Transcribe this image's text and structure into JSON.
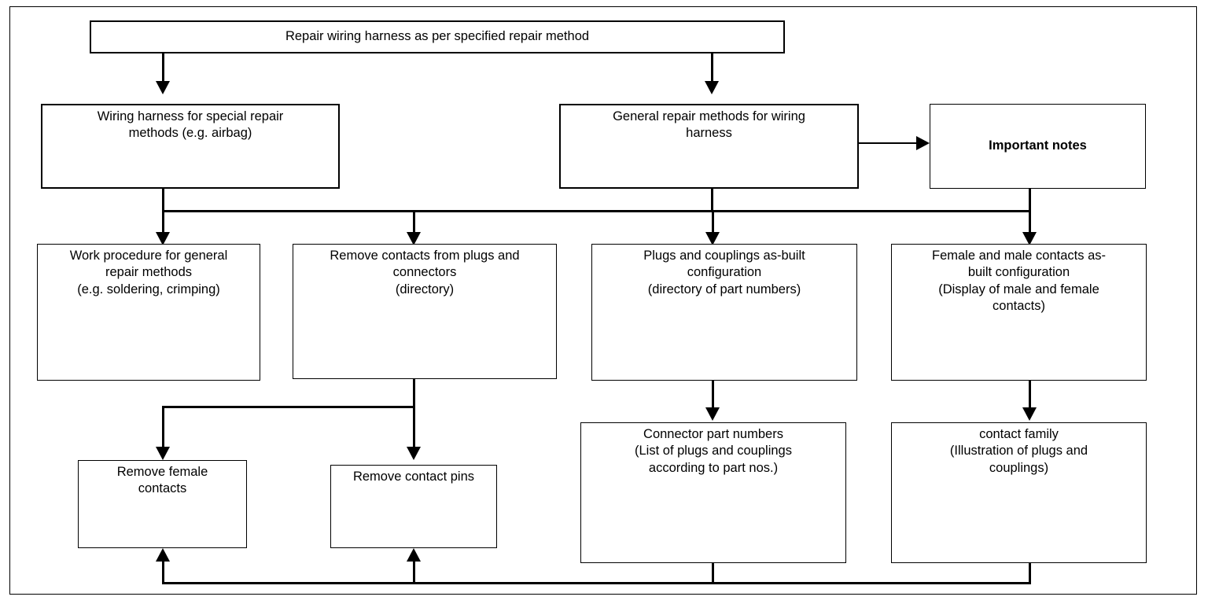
{
  "diagram": {
    "title": "Wiring harness repair method flowchart",
    "background_color": "#ffffff",
    "line_color": "#000000",
    "frame": {
      "present": true,
      "border_color": "#000000"
    }
  },
  "nodes": {
    "root": {
      "id": "repair-wiring-harness",
      "label": "Repair wiring harness as per specified repair method",
      "border": "thick",
      "bold": false
    },
    "special_methods": {
      "id": "wiring-harness-special-repair-methods",
      "line1": "Wiring harness for special repair",
      "line2": "methods (e.g. airbag)",
      "border": "thick",
      "bold": false
    },
    "general_methods": {
      "id": "general-repair-methods",
      "line1": "General repair methods for wiring",
      "line2": "harness",
      "border": "thick",
      "bold": false
    },
    "important_notes": {
      "id": "important-notes",
      "label": "Important notes",
      "border": "thin",
      "bold": true
    },
    "work_procedure": {
      "id": "work-procedure-general-repair-methods",
      "line1": "Work procedure for general",
      "line2": "repair methods",
      "line3": "(e.g. soldering, crimping)",
      "border": "thin",
      "bold": false
    },
    "remove_contacts": {
      "id": "remove-contacts-from-plugs-and-connectors",
      "line1": "Remove contacts from plugs and",
      "line2": "connectors",
      "line3": "(directory)",
      "border": "medium",
      "bold": false
    },
    "plugs_couplings": {
      "id": "plugs-and-couplings-as-built-configuration",
      "line1": "Plugs and couplings as-built",
      "line2": "configuration",
      "line3": "(directory of part numbers)",
      "border": "medium",
      "bold": false
    },
    "female_male_contacts": {
      "id": "female-and-male-contacts-as-built-configuration",
      "line1": "Female and male contacts as-",
      "line2": "built configuration",
      "line3": "(Display of male and female",
      "line4": "contacts)",
      "border": "medium",
      "bold": false
    },
    "remove_female_contacts": {
      "id": "remove-female-contacts",
      "line1": "Remove female",
      "line2": "contacts",
      "border": "thin",
      "bold": false
    },
    "remove_contact_pins": {
      "id": "remove-contact-pins",
      "label": "Remove contact pins",
      "border": "thin",
      "bold": false
    },
    "connector_part_numbers": {
      "id": "connector-part-numbers",
      "line1": "Connector part numbers",
      "line2": "(List of plugs and couplings",
      "line3": "according to part nos.)",
      "border": "medium",
      "bold": false
    },
    "contact_family": {
      "id": "contact-family",
      "line1": "contact family",
      "line2": "(Illustration of plugs and",
      "line3": "couplings)",
      "border": "medium",
      "bold": false
    }
  },
  "edges": [
    {
      "from": "root",
      "to": "special_methods",
      "style": "solid",
      "arrow": "down"
    },
    {
      "from": "root",
      "to": "general_methods",
      "style": "solid",
      "arrow": "down"
    },
    {
      "from": "general_methods",
      "to": "important_notes",
      "style": "solid",
      "arrow": "right"
    },
    {
      "from": "bus-top",
      "to": "work_procedure",
      "style": "solid",
      "arrow": "down"
    },
    {
      "from": "bus-top",
      "to": "remove_contacts",
      "style": "solid",
      "arrow": "down"
    },
    {
      "from": "bus-top",
      "to": "plugs_couplings",
      "style": "solid",
      "arrow": "down"
    },
    {
      "from": "bus-top",
      "to": "female_male_contacts",
      "style": "solid",
      "arrow": "down"
    },
    {
      "from": "remove_contacts",
      "to": "remove_female_contacts",
      "style": "solid",
      "arrow": "down"
    },
    {
      "from": "remove_contacts",
      "to": "remove_contact_pins",
      "style": "solid",
      "arrow": "down"
    },
    {
      "from": "plugs_couplings",
      "to": "connector_part_numbers",
      "style": "solid",
      "arrow": "down"
    },
    {
      "from": "female_male_contacts",
      "to": "contact_family",
      "style": "solid",
      "arrow": "down"
    },
    {
      "from": "bus-bottom",
      "to": "remove_female_contacts",
      "style": "solid",
      "arrow": "up"
    },
    {
      "from": "bus-bottom",
      "to": "remove_contact_pins",
      "style": "solid",
      "arrow": "up"
    }
  ]
}
